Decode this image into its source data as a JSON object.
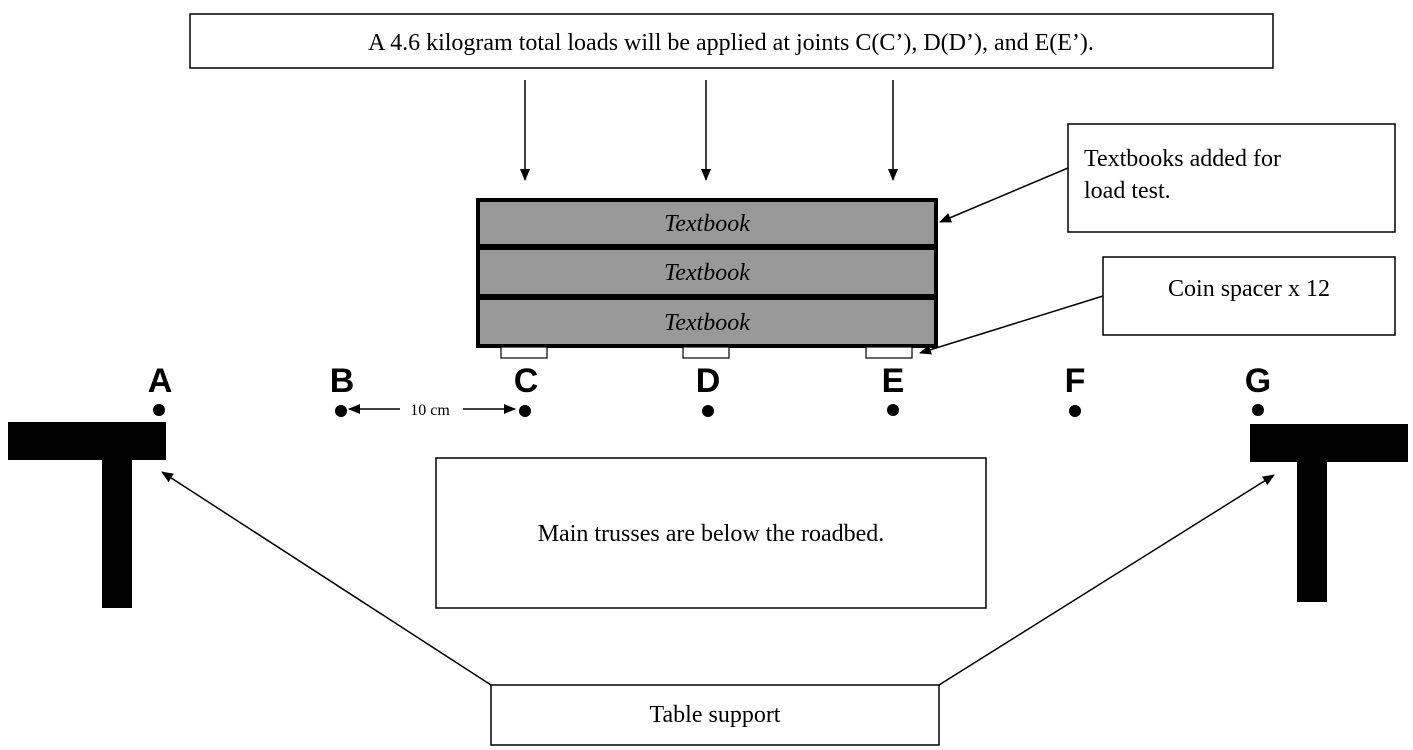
{
  "header_note": "A 4.6 kilogram total loads will be applied at joints C(C’), D(D’), and E(E’).",
  "textbooks_note": {
    "line1": "Textbooks added for",
    "line2": "load test."
  },
  "coin_note": "Coin spacer x 12",
  "books": [
    "Textbook",
    "Textbook",
    "Textbook"
  ],
  "joints": [
    "A",
    "B",
    "C",
    "D",
    "E",
    "F",
    "G"
  ],
  "spacing_label": "10 cm",
  "trusses_note": "Main trusses are below the roadbed.",
  "table_note": "Table support",
  "colors": {
    "book_fill": "#999999",
    "outline": "#000000",
    "background": "#ffffff"
  }
}
